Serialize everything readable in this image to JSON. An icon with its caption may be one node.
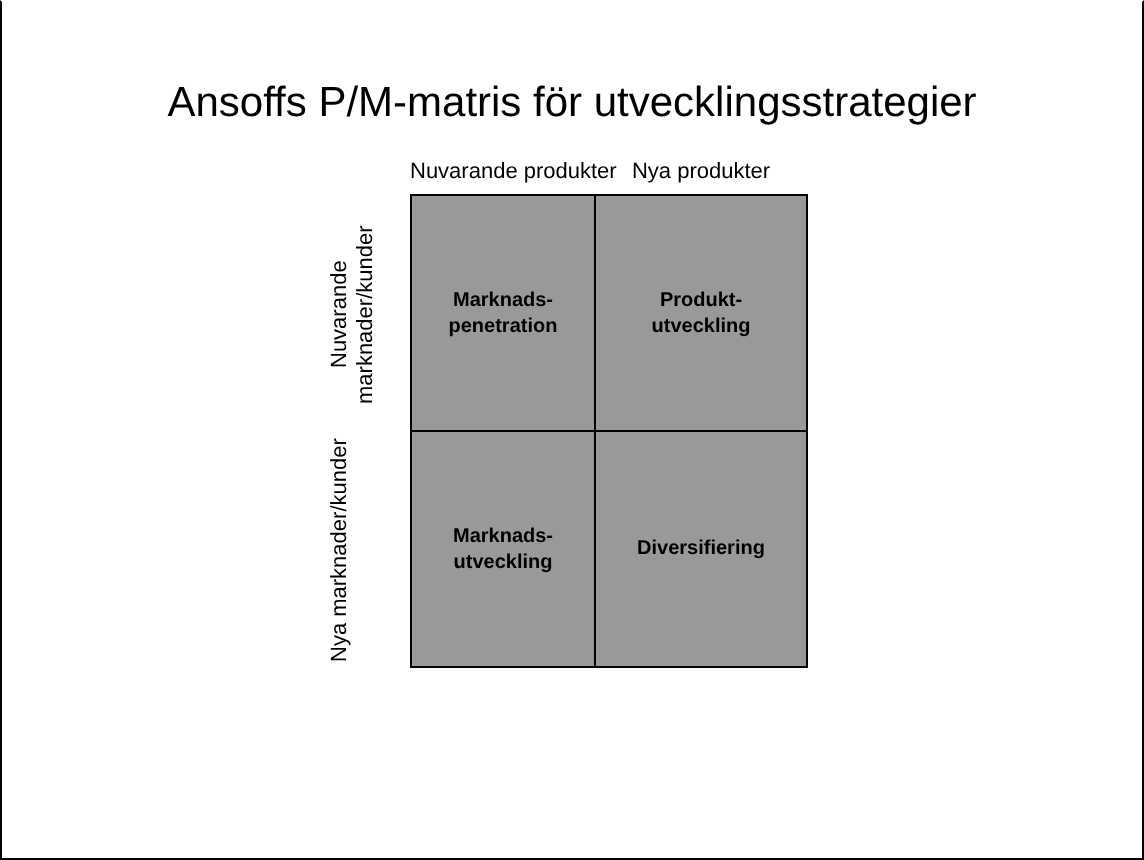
{
  "diagram": {
    "title": "Ansoffs P/M-matris för utvecklingsstrategier",
    "nodes": [
      {
        "text": [
          "Marknads- penetration"
        ]
      },
      {
        "text": [
          "Produkt- utveckling"
        ]
      },
      {
        "text": [
          "Marknads- utveckling"
        ]
      },
      {
        "text": [
          "Diversifiering"
        ]
      }
    ],
    "labels": [
      "Nuvarande produkter",
      "Nya produkter",
      "Nuvarande marknader/kunder",
      "Nya marknader/kunder"
    ]
  }
}
